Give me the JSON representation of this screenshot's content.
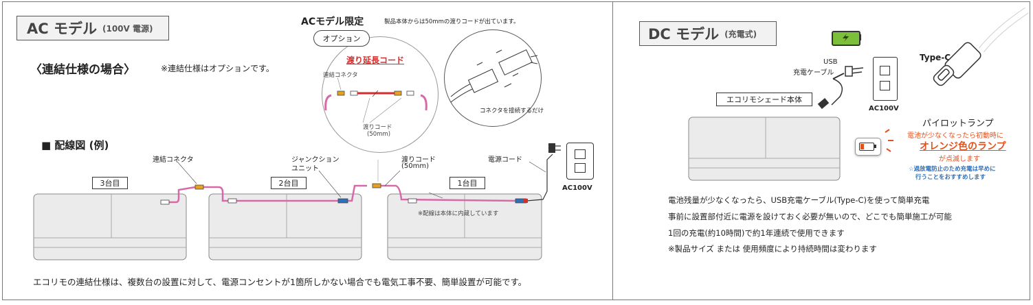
{
  "ac": {
    "title": "AC モデル",
    "subtitle": "(100V 電源)",
    "heading": "〈連結仕様の場合〉",
    "heading_note": "※連結仕様はオプションです。",
    "ac_only": "ACモデル限定",
    "option_badge": "オプション",
    "cord_note": "製品本体からは50mmの渡りコードが出ています。",
    "extension_cord": "渡り延長コード",
    "inset_connector": "連結コネクタ",
    "inset_cord": "渡りコード",
    "inset_cord_len": "(50mm)",
    "connect_note": "コネクタを接続するだけ",
    "wiring_title": "■ 配線図 (例)",
    "label_connector": "連結コネクタ",
    "label_junction_1": "ジャンクション",
    "label_junction_2": "ユニット",
    "label_cord": "渡りコード",
    "label_cord_len": "(50mm)",
    "label_power_cord": "電源コード",
    "outlet_label": "AC100V",
    "unit3": "3台目",
    "unit2": "2台目",
    "unit1": "1台目",
    "internal_note": "※配線は本体に内蔵しています",
    "footer": "エコリモの連結仕様は、複数台の設置に対して、電源コンセントが1箇所しかない場合でも電気工事不要、簡単設置が可能です。"
  },
  "dc": {
    "title": "DC モデル",
    "subtitle": "(充電式)",
    "usb_1": "USB",
    "usb_2": "充電ケーブル",
    "type_c": "Type-C",
    "body_label": "エコリモシェード本体",
    "outlet_label": "AC100V",
    "pilot_title": "パイロットランプ",
    "pilot_line1": "電池が少なくなったら初動時に",
    "pilot_orange": "オレンジ色のランプ",
    "pilot_line3": "が点滅します",
    "pilot_note_1": "☆過放電防止のため充電は早めに",
    "pilot_note_2": "行うことをおすすめします",
    "desc1": "電池残量が少なくなったら、USB充電ケーブル(Type-C)を使って簡単充電",
    "desc2": "事前に設置部付近に電源を設けておく必要が無いので、どこでも簡単施工が可能",
    "desc3": "1回の充電(約10時間)で約1年連続で使用できます",
    "desc4": "※製品サイズ または 使用頻度により持続時間は変わります"
  },
  "colors": {
    "cord_red": "#d42d2d",
    "cord_pink": "#d66aa8",
    "orange": "#e0531f",
    "blue": "#2d6fb8",
    "connector": "#e6a21f"
  }
}
